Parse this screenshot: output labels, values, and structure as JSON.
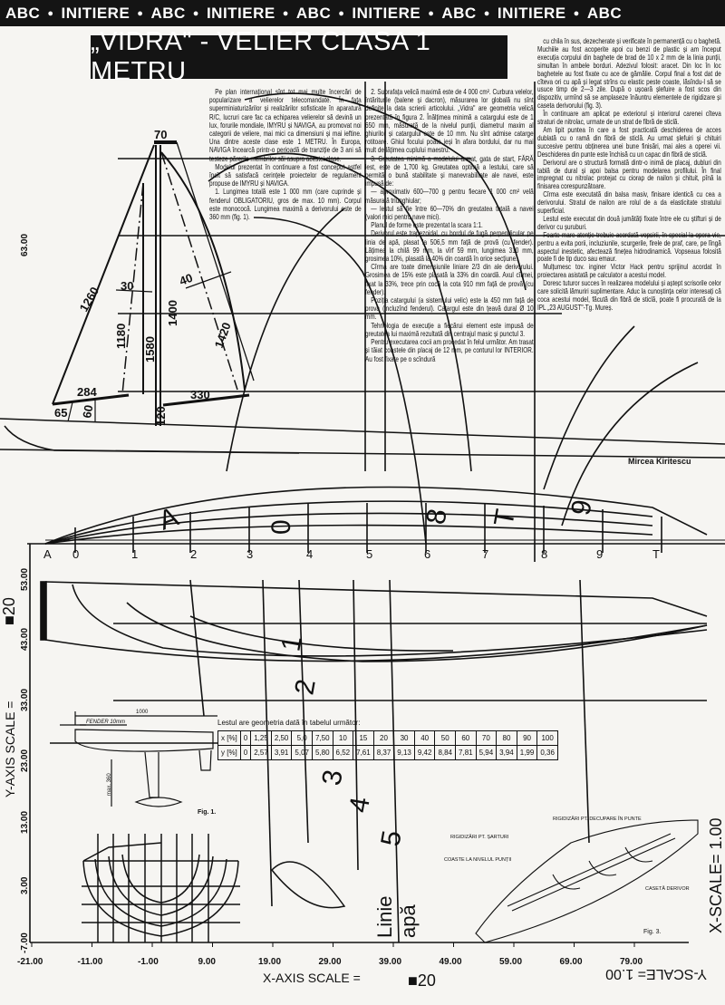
{
  "banner": {
    "items": [
      "ABC",
      "INITIERE",
      "ABC",
      "INITIERE",
      "ABC",
      "INITIERE",
      "ABC",
      "INITIERE",
      "ABC"
    ]
  },
  "article": {
    "title": "„VIDRA\" - VELIER CLASA 1 METRU",
    "col1": [
      "Pe plan internațional sînt tot mai multe încercări de popularizare a velierelor telecomandate. În fața superminiaturizărilor și realizărilor sofisticate în aparatură R/C, lucruri care fac ca echiparea velierelor să devină un lux, forurile mondiale, IMYRU și NAVIGA, au promovat noi categorii de veliere, mai mici ca dimensiuni și mai ieftine. Una dintre aceste clase este 1 METRU. În Europa, NAVIGA încearcă printr-o perioadă de tranziție de 3 ani să testeze părerile membrilor săi asupra acestei clase.",
      "Modelul prezentat în continuare a fost conceput astfel încît să satisfacă cerințele proiectelor de regulament propuse de IMYRU și NAVIGA.",
      "1. Lungimea totală este 1 000 mm (care cuprinde și fenderul OBLIGATORIU, gros de max. 10 mm). Corpul este monococă. Lungimea maximă a derivorului este de 360 mm (fig. 1)."
    ],
    "col2": [
      "2. Suprafața velică maximă este de 4 000 cm². Curbura velelor, întăriturile (balene și dacron), măsurarea lor globală nu sînt definite la data scrierii articolului. „Vidra\" are geometria velică prezentată în figura 2. Înălțimea minimă a catargului este de 1 650 mm, măsurată de la nivelul punții, diametrul maxim al ghiurilor și catargului este de 10 mm. Nu sînt admise catarge rotitoare. Ghiul focului poate ieși în afara bordului, dar nu mai mult de lățimea cuplului maestru.",
      "3. Greutatea minimă a modelului armat, gata de start, FĂRĂ lest, este de 1,700 kg. Greutatea optimă a lestului, care să permită o bună stabilitate și manevrabilitate ale navei, este impusă de:",
      "— aproximativ 600—700 g pentru fiecare 1 000 cm² velă măsurată triunghiular;",
      "— lestul să fie între 60—70% din greutatea totală a navei (valori mici pentru nave mici).",
      "Planul de forme este prezentat la scara 1:1.",
      "Derivorul este trapezoidal, cu bordul de fugă perpendicular pe linia de apă, plasat la 506,5 mm față de provă (cu fender). Lățimea la chilă 99 mm, la vîrf 59 mm, lungimea 310 mm, grosimea 10%, plasată la 40% din coardă în orice secțiune.",
      "Cîrma are toate dimensiunile liniare 2/3 din ale derivorului. Grosimea de 15% este plasată la 33% din coardă. Axul cîrmei, fixat la 33%, trece prin cocă la cota 910 mm față de provă (cu fender).",
      "Poziția catargului (a sistemului velic) este la 450 mm față de prova (incluzînd fenderul). Catargul este din țeavă dural Ø 10 mm.",
      "Tehnologia de execuție a fiecărui element este impusă de greutatea lui maximă rezultată din centrajul masic și punctul 3.",
      "Pentru executarea cocii am procedat în felul următor. Am trasat și tăiat coastele din placaj de 12 mm, pe conturul lor INTERIOR. Au fost fixate pe o scîndură"
    ],
    "col3": [
      "cu chila în sus, dezecherate și verificate în permanență cu o baghetă. Muchiile au fost acoperite apoi cu benzi de plastic și am început execuția corpului din baghete de brad de 10 x 2 mm de la linia punții, simultan în ambele borduri. Adezivul folosit: aracet. Din loc în loc baghetele au fost fixate cu ace de gămălie. Corpul final a fost dat de cîteva ori cu apă și legat strîns cu elastic peste coaste, lăsîndu-l să se usuce timp de 2—3 zile. După o ușoară șlefuire a fost scos din dispozitiv, urmînd să se amplaseze înăuntru elementele de rigidizare și caseta derivorului (fig. 3).",
      "În continuare am aplicat pe exteriorul și interiorul carenei cîteva straturi de nitrolac, urmate de un strat de fibră de sticlă.",
      "Am lipit puntea în care a fost practicată deschiderea de acces dublată cu o ramă din fibră de sticlă. Au urmat șlefuiri și chituiri succesive pentru obținerea unei bune finisări, mai ales a operei vii. Deschiderea din punte este închisă cu un capac din fibră de sticlă.",
      "Derivorul are o structură formată dintr-o inimă de placaj, dubluri din tablă de dural și apoi balsa pentru modelarea profilului. În final impregnat cu nitrolac protejat cu ciorap de nailon și chituit, pînă la finisarea corespunzătoare.",
      "Cîrma este executată din balsa masiv, finisare identică cu cea a derivorului. Stratul de nailon are rolul de a da elasticitate stratului superficial.",
      "Lestul este executat din două jumătăți fixate între ele cu știfturi și de derivor cu șuruburi.",
      "Foarte mare atenție trebuie acordată vopsirii, în special la opera vie, pentru a evita porii, incluziunile, scurgerile, firele de praf, care, pe lîngă aspectul inestetic, afectează finețea hidrodinamică. Vopseaua folosită poate fi de tip duco sau emaur.",
      "Mulțumesc tov. inginer Victor Hack pentru sprijinul acordat în proiectarea asistată pe calculator a acestui model.",
      "Doresc tuturor succes în realizarea modelului și aștept scrisorile celor care solicită lămuriri suplimentare. Aduc la cunoștința celor interesați că coca acestui model, făcută din fibră de sticlă, poate fi procurată de la IPL „23 AUGUST\"-Tg. Mureș."
    ],
    "author": "Mircea Kiritescu"
  },
  "sail_plan": {
    "dims": [
      "70",
      "1260",
      "30",
      "40",
      "1180",
      "1400",
      "1580",
      "1420",
      "284",
      "330",
      "65",
      "60",
      "120"
    ]
  },
  "lines_plan": {
    "stations": [
      "A",
      "0",
      "1",
      "2",
      "3",
      "4",
      "5",
      "6",
      "7",
      "8",
      "9",
      "T"
    ],
    "big_numbers": [
      "1",
      "2",
      "3",
      "4",
      "5"
    ],
    "big_letters": [
      "A",
      "T",
      "9",
      "8",
      "0"
    ],
    "waterline_label": [
      "Linie",
      "apă"
    ],
    "y_axis_title": "Y-AXIS SCALE =",
    "y_axis_scale": "■20",
    "y_ticks": [
      "63.00",
      "53.00",
      "43.00",
      "33.00",
      "23.00",
      "13.00",
      "3.00",
      "-7.00"
    ],
    "x_axis_title": "X-AXIS SCALE =",
    "x_axis_scale": "■20",
    "x_ticks": [
      "-21.00",
      "-11.00",
      "-1.00",
      "9.00",
      "19.00",
      "29.00",
      "39.00",
      "49.00",
      "59.00",
      "69.00",
      "79.00"
    ],
    "x_scale_right": "X-SCALE= 1.00",
    "y_scale_bottom": "Y-SCALE= 1.00"
  },
  "fig1": {
    "length": "1000",
    "fender": "FENDER 10mm",
    "keel": "max. 360",
    "caption": "Fig. 1."
  },
  "ballast_table": {
    "intro": "Lestul are geometria dată în tabelul următor:",
    "row_x_label": "x [%]",
    "row_y_label": "y [%]",
    "x": [
      "0",
      "1,25",
      "2,50",
      "5,0",
      "7,50",
      "10",
      "15",
      "20",
      "30",
      "40",
      "50",
      "60",
      "70",
      "80",
      "90",
      "100"
    ],
    "y": [
      "0",
      "2,57",
      "3,91",
      "5,07",
      "5,80",
      "6,52",
      "7,61",
      "8,37",
      "9,13",
      "9,42",
      "8,84",
      "7,81",
      "5,94",
      "3,94",
      "1,99",
      "0,36"
    ]
  },
  "fig3": {
    "labels": [
      "RIGIDIZĂRI PT. DECUPARE ÎN PUNTE",
      "RIGIDIZĂRI PT. ȘARTURI",
      "COASTE LA NIVELUL PUNȚII",
      "CASETĂ DERIVOR"
    ],
    "caption": "Fig. 3."
  }
}
